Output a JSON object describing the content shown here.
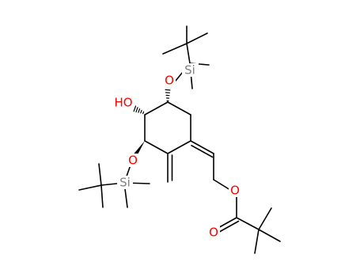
{
  "structure": {
    "atom_labels": {
      "si_top": "Si",
      "o_top": "O",
      "ho": "HO",
      "o_left": "O",
      "si_bottom": "Si",
      "o_ester": "O",
      "o_carbonyl": "O"
    },
    "colors": {
      "oxygen": "#ff0000",
      "silicon": "#808080",
      "bond": "#000000"
    }
  }
}
